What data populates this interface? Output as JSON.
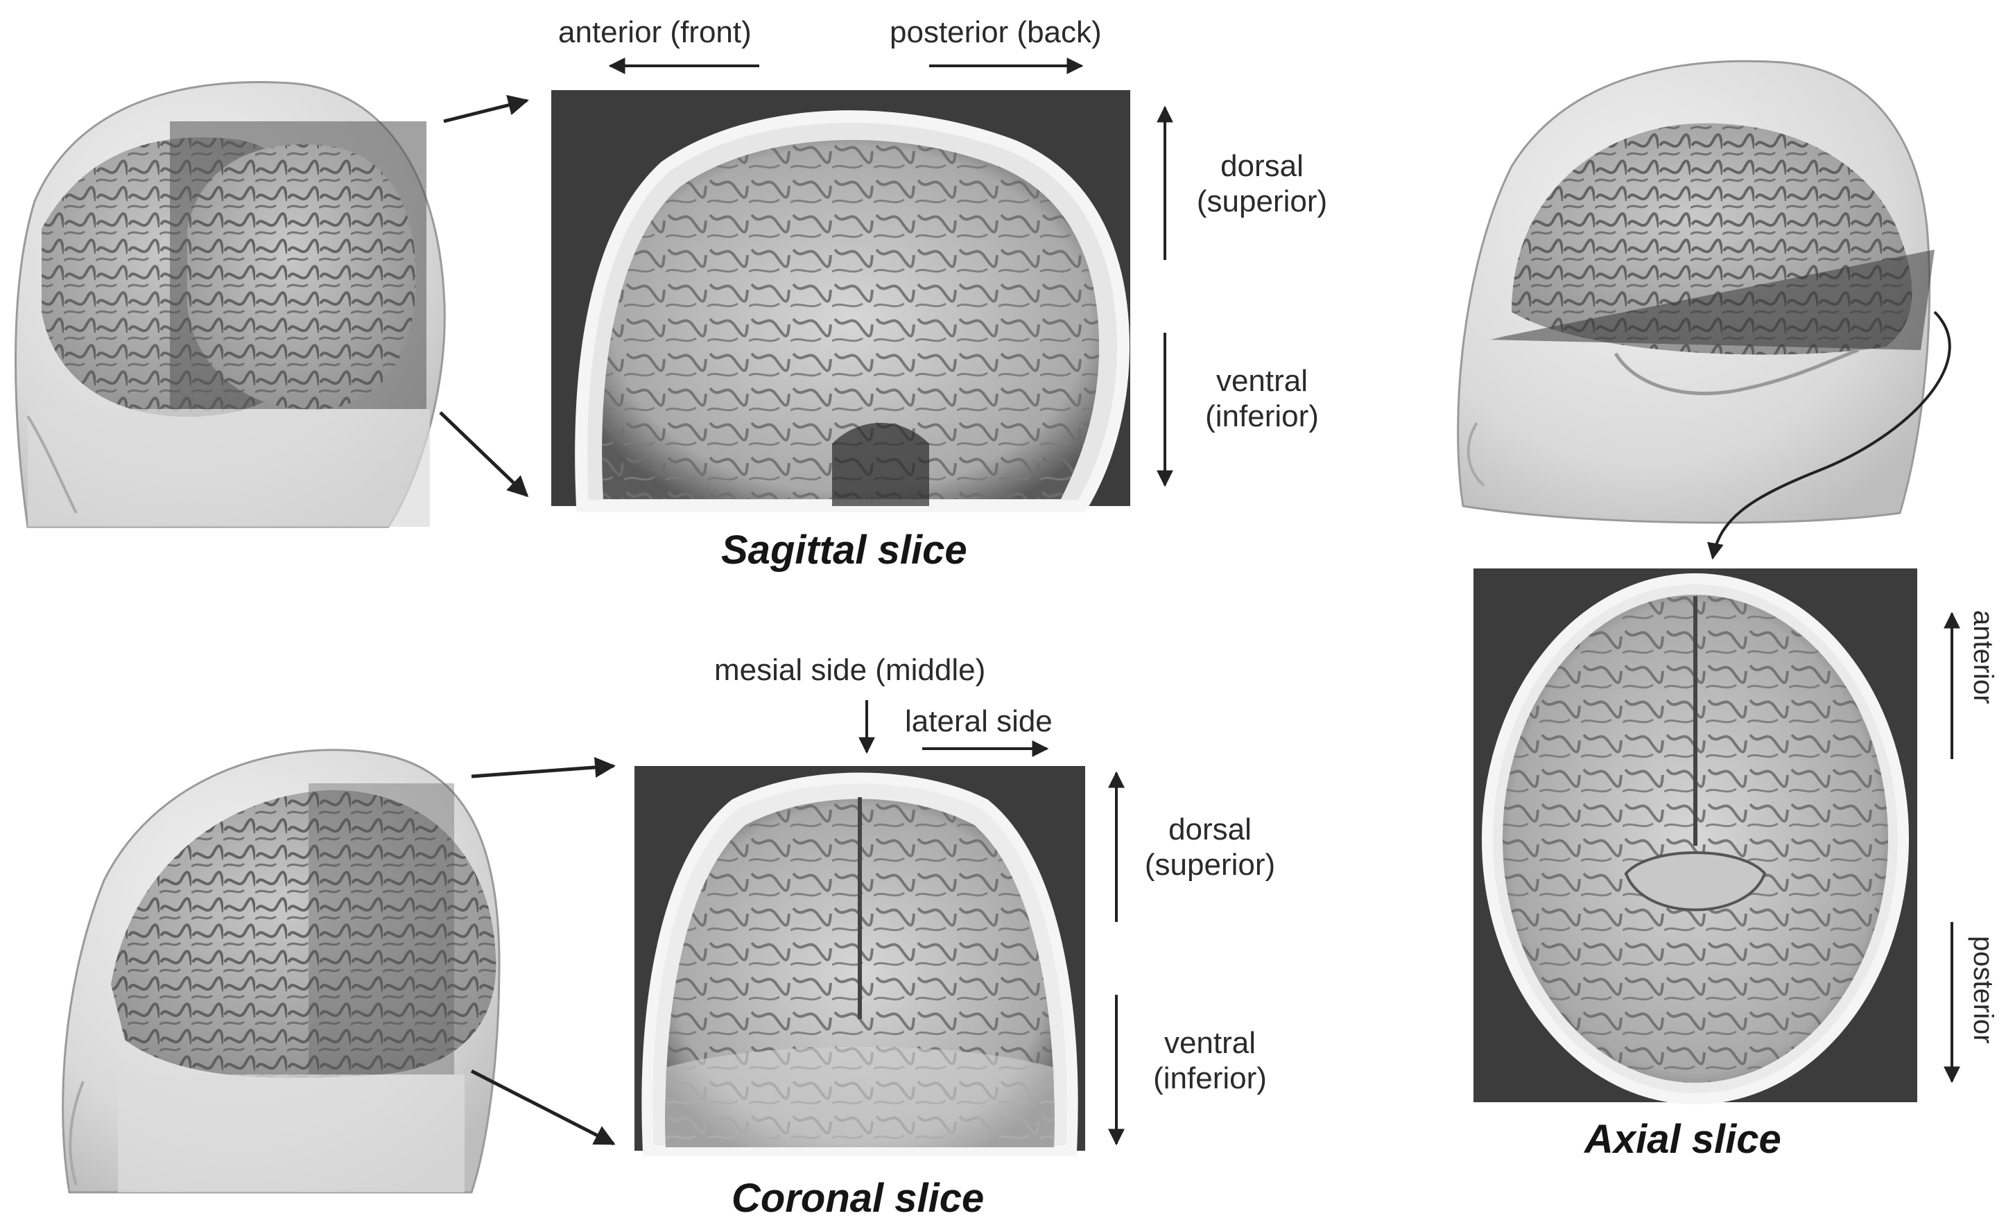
{
  "sagittal": {
    "caption": "Sagittal slice",
    "anterior_label": "anterior (front)",
    "posterior_label": "posterior (back)",
    "dorsal_line1": "dorsal",
    "dorsal_line2": "(superior)",
    "ventral_line1": "ventral",
    "ventral_line2": "(inferior)"
  },
  "coronal": {
    "caption": "Coronal slice",
    "mesial_label": "mesial side (middle)",
    "lateral_label": "lateral side",
    "dorsal_line1": "dorsal",
    "dorsal_line2": "(superior)",
    "ventral_line1": "ventral",
    "ventral_line2": "(inferior)"
  },
  "axial": {
    "caption": "Axial slice",
    "anterior_label": "anterior",
    "posterior_label": "posterior"
  }
}
